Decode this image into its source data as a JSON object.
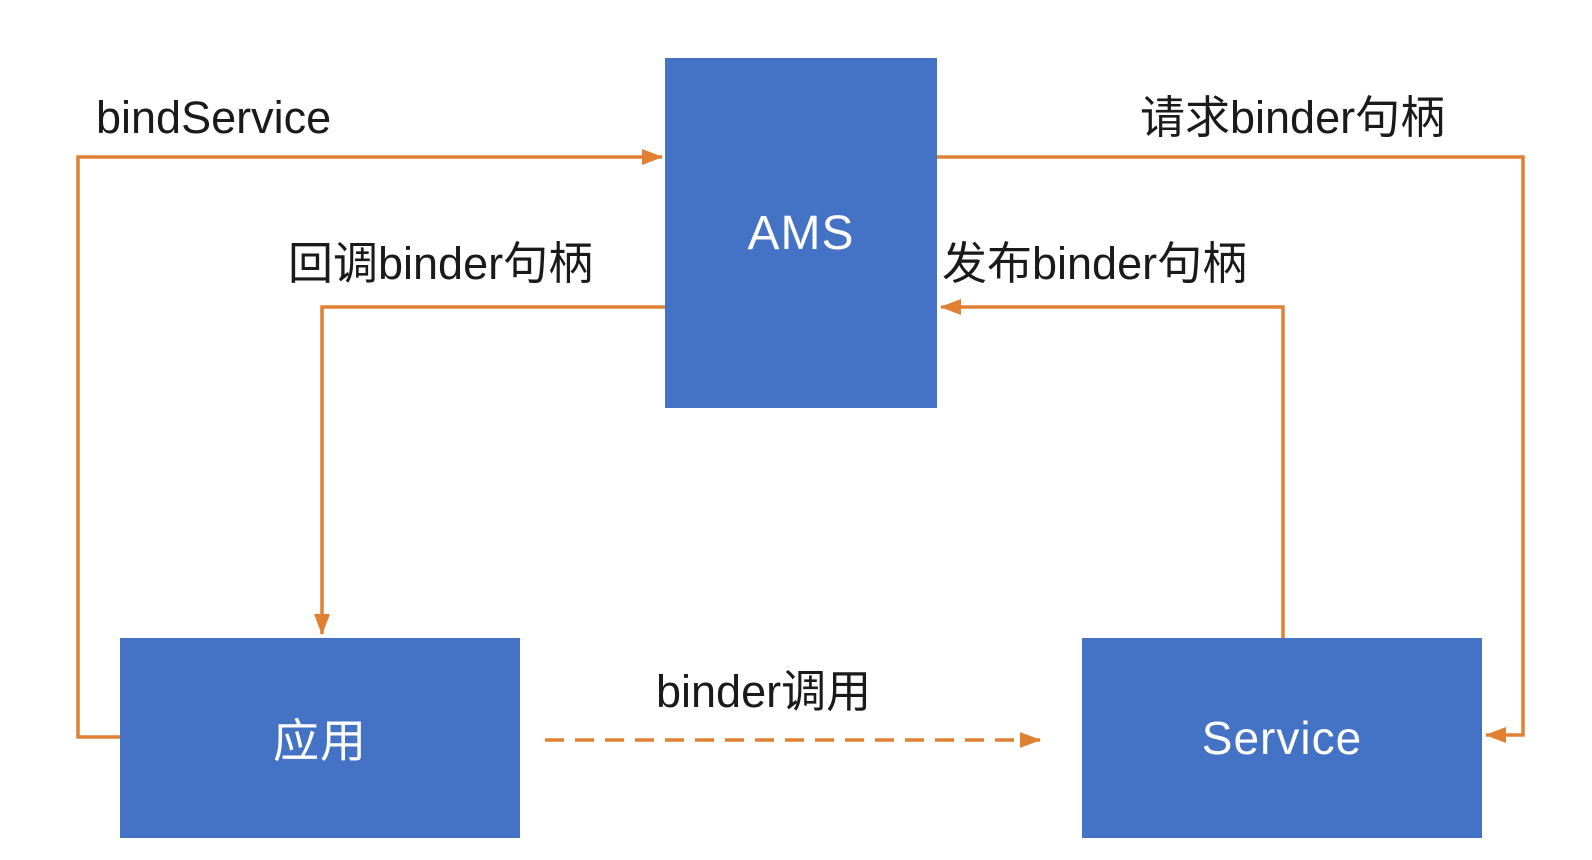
{
  "diagram": {
    "title": "bindService binder flow",
    "nodes": {
      "ams": {
        "label": "AMS"
      },
      "app": {
        "label": "应用"
      },
      "service": {
        "label": "Service"
      }
    },
    "edges": {
      "bind_service": {
        "label": "bindService",
        "from": "app",
        "to": "ams",
        "style": "solid"
      },
      "request_binder": {
        "label": "请求binder句柄",
        "from": "ams",
        "to": "service",
        "style": "solid"
      },
      "publish_binder": {
        "label": "发布binder句柄",
        "from": "service",
        "to": "ams",
        "style": "solid"
      },
      "callback_binder": {
        "label": "回调binder句柄",
        "from": "ams",
        "to": "app",
        "style": "solid"
      },
      "binder_call": {
        "label": "binder调用",
        "from": "app",
        "to": "service",
        "style": "dashed"
      }
    }
  },
  "colors": {
    "node_fill": "#4472C4",
    "node_text": "#FFFFFF",
    "arrow": "#E08033",
    "label_text": "#1A1A1A",
    "background": "#FFFFFF"
  }
}
